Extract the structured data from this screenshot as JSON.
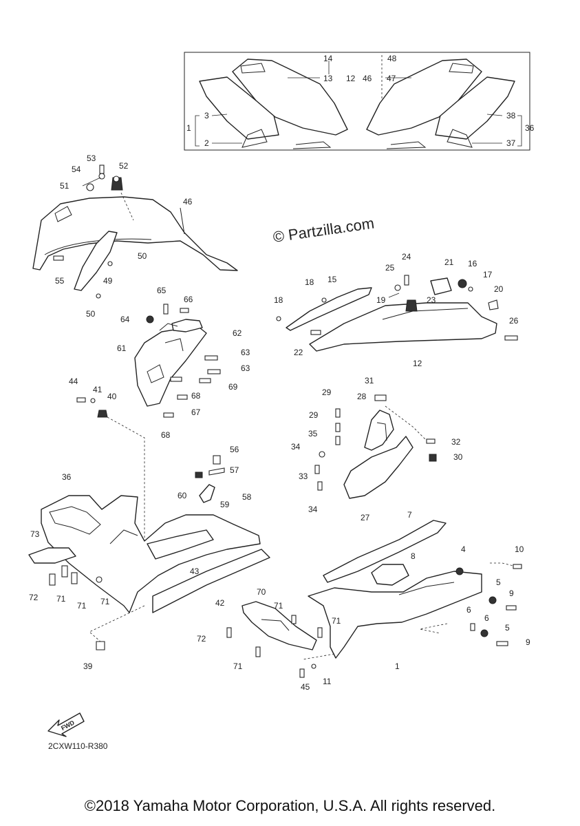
{
  "watermark": "© Partzilla.com",
  "diagram_code": "2CXW110-R380",
  "fwd_label": "FWD",
  "copyright": "©2018 Yamaha Motor Corporation, U.S.A. All rights reserved.",
  "part_numbers": [
    {
      "label": "1"
    },
    {
      "label": "2"
    },
    {
      "label": "3"
    },
    {
      "label": "12"
    },
    {
      "label": "13"
    },
    {
      "label": "14"
    },
    {
      "label": "36"
    },
    {
      "label": "37"
    },
    {
      "label": "38"
    },
    {
      "label": "46"
    },
    {
      "label": "47"
    },
    {
      "label": "48"
    },
    {
      "label": "53"
    },
    {
      "label": "52"
    },
    {
      "label": "54"
    },
    {
      "label": "51"
    },
    {
      "label": "46"
    },
    {
      "label": "55"
    },
    {
      "label": "49"
    },
    {
      "label": "50"
    },
    {
      "label": "50"
    },
    {
      "label": "65"
    },
    {
      "label": "66"
    },
    {
      "label": "64"
    },
    {
      "label": "62"
    },
    {
      "label": "61"
    },
    {
      "label": "63"
    },
    {
      "label": "63"
    },
    {
      "label": "69"
    },
    {
      "label": "68"
    },
    {
      "label": "67"
    },
    {
      "label": "68"
    },
    {
      "label": "44"
    },
    {
      "label": "41"
    },
    {
      "label": "40"
    },
    {
      "label": "24"
    },
    {
      "label": "18"
    },
    {
      "label": "15"
    },
    {
      "label": "25"
    },
    {
      "label": "21"
    },
    {
      "label": "16"
    },
    {
      "label": "17"
    },
    {
      "label": "19"
    },
    {
      "label": "23"
    },
    {
      "label": "20"
    },
    {
      "label": "18"
    },
    {
      "label": "26"
    },
    {
      "label": "22"
    },
    {
      "label": "12"
    },
    {
      "label": "31"
    },
    {
      "label": "29"
    },
    {
      "label": "28"
    },
    {
      "label": "29"
    },
    {
      "label": "35"
    },
    {
      "label": "32"
    },
    {
      "label": "34"
    },
    {
      "label": "30"
    },
    {
      "label": "33"
    },
    {
      "label": "34"
    },
    {
      "label": "27"
    },
    {
      "label": "56"
    },
    {
      "label": "57"
    },
    {
      "label": "60"
    },
    {
      "label": "58"
    },
    {
      "label": "59"
    },
    {
      "label": "36"
    },
    {
      "label": "73"
    },
    {
      "label": "43"
    },
    {
      "label": "72"
    },
    {
      "label": "71"
    },
    {
      "label": "71"
    },
    {
      "label": "71"
    },
    {
      "label": "42"
    },
    {
      "label": "39"
    },
    {
      "label": "7"
    },
    {
      "label": "8"
    },
    {
      "label": "4"
    },
    {
      "label": "10"
    },
    {
      "label": "5"
    },
    {
      "label": "9"
    },
    {
      "label": "6"
    },
    {
      "label": "6"
    },
    {
      "label": "5"
    },
    {
      "label": "9"
    },
    {
      "label": "70"
    },
    {
      "label": "71"
    },
    {
      "label": "71"
    },
    {
      "label": "72"
    },
    {
      "label": "71"
    },
    {
      "label": "1"
    },
    {
      "label": "11"
    },
    {
      "label": "45"
    }
  ]
}
